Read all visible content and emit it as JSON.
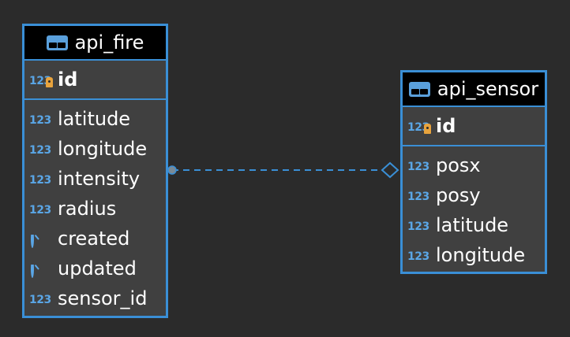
{
  "entities": {
    "fire": {
      "title": "api_fire",
      "pk": {
        "name": "id",
        "type_label": "123"
      },
      "columns": [
        {
          "name": "latitude",
          "type": "number",
          "type_label": "123"
        },
        {
          "name": "longitude",
          "type": "number",
          "type_label": "123"
        },
        {
          "name": "intensity",
          "type": "number",
          "type_label": "123"
        },
        {
          "name": "radius",
          "type": "number",
          "type_label": "123"
        },
        {
          "name": "created",
          "type": "datetime",
          "type_label": ""
        },
        {
          "name": "updated",
          "type": "datetime",
          "type_label": ""
        },
        {
          "name": "sensor_id",
          "type": "number",
          "type_label": "123"
        }
      ]
    },
    "sensor": {
      "title": "api_sensor",
      "pk": {
        "name": "id",
        "type_label": "123"
      },
      "columns": [
        {
          "name": "posx",
          "type": "number",
          "type_label": "123"
        },
        {
          "name": "posy",
          "type": "number",
          "type_label": "123"
        },
        {
          "name": "latitude",
          "type": "number",
          "type_label": "123"
        },
        {
          "name": "longitude",
          "type": "number",
          "type_label": "123"
        }
      ]
    }
  },
  "relationship": {
    "from": "api_fire",
    "to": "api_sensor",
    "style": "dashed"
  },
  "colors": {
    "background": "#2b2b2b",
    "border": "#3a8fd6",
    "body": "#404040",
    "header": "#000000"
  }
}
